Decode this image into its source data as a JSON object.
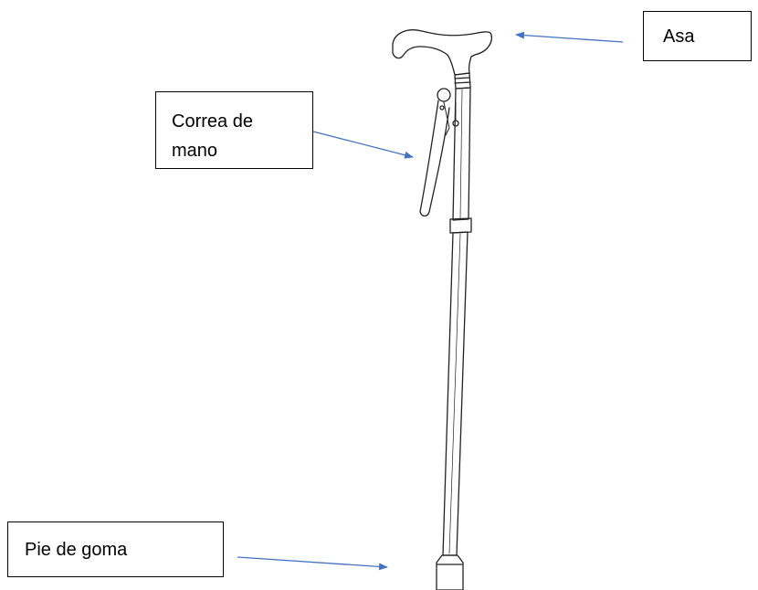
{
  "labels": {
    "asa": "Asa",
    "correa_line1": "Correa de",
    "correa_line2": "mano",
    "pie": "Pie de goma"
  },
  "colors": {
    "arrow": "#4472c4",
    "outline": "#000000",
    "background": "#ffffff"
  }
}
